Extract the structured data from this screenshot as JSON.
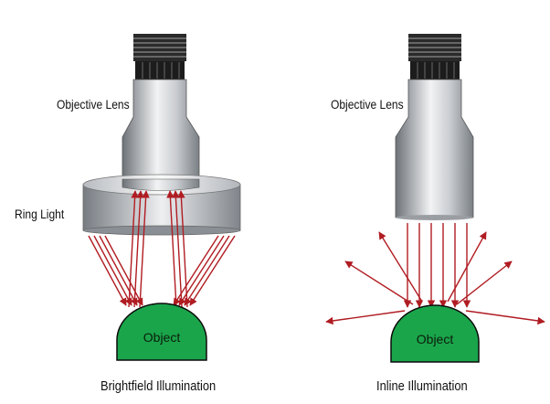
{
  "labels": {
    "objective_left": "Objective Lens",
    "objective_right": "Objective Lens",
    "ring_light": "Ring Light",
    "object_left": "Object",
    "object_right": "Object",
    "caption_left": "Brightfield Illumination",
    "caption_right": "Inline Illumination"
  },
  "colors": {
    "ray": "#b01c22",
    "object_fill": "#1aa54b",
    "object_stroke": "#0a0a0a",
    "metal_dark": "#6d7278",
    "metal_light": "#f2f3f4"
  }
}
